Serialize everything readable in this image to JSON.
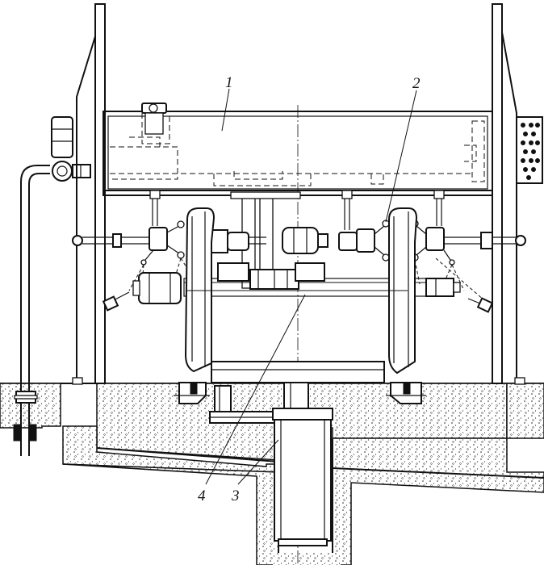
{
  "figure": {
    "callouts": [
      {
        "id": "1",
        "label": "1"
      },
      {
        "id": "2",
        "label": "2"
      },
      {
        "id": "3",
        "label": "3"
      },
      {
        "id": "4",
        "label": "4"
      }
    ],
    "icons": {
      "frame": "frame-icon",
      "wheelset": "wheelset-icon",
      "lift": "hydraulic-lift-icon",
      "pipe": "supply-pipe-icon"
    }
  }
}
